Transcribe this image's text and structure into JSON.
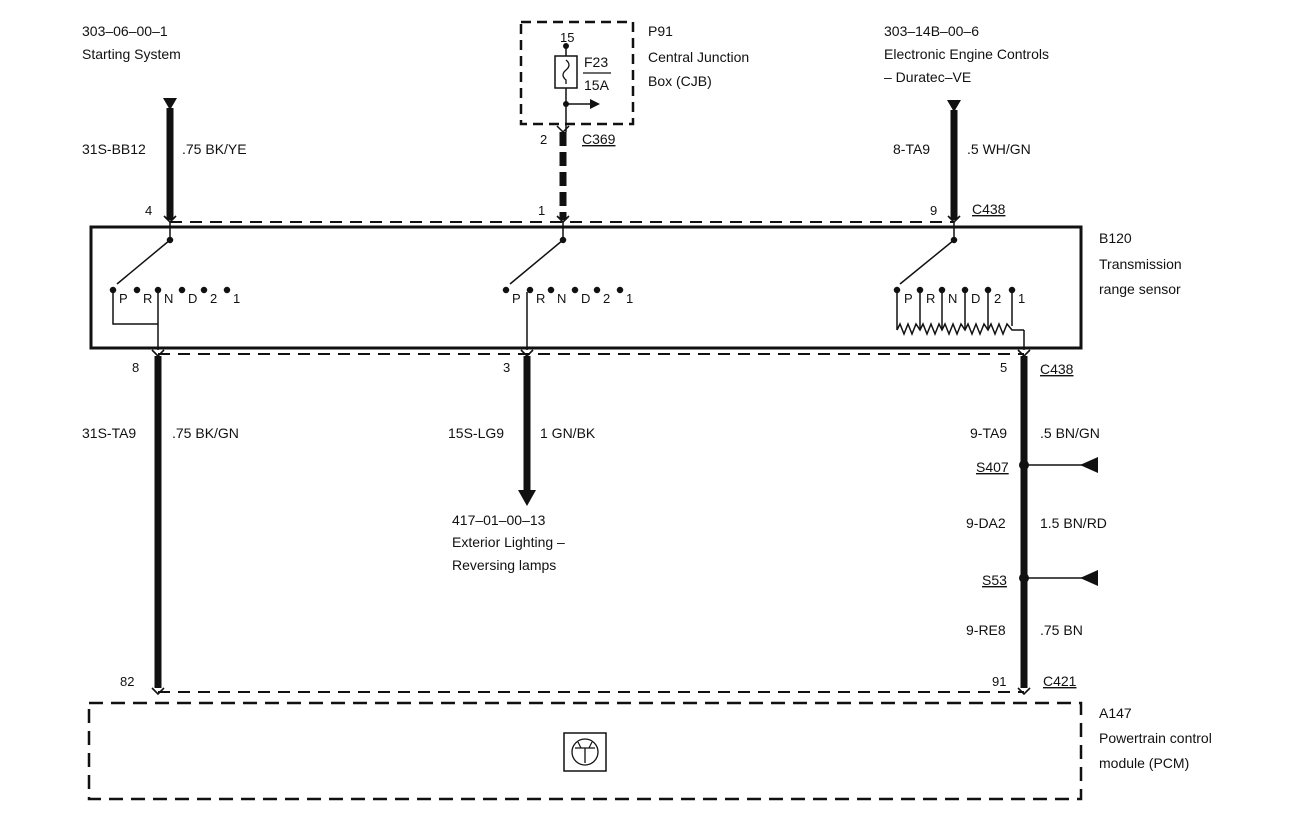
{
  "refs": {
    "starting": {
      "code": "303–06–00–1",
      "name": "Starting System"
    },
    "engine": {
      "code": "303–14B–00–6",
      "line1": "Electronic Engine Controls",
      "line2": "– Duratec–VE"
    },
    "lighting": {
      "code": "417–01–00–13",
      "line1": "Exterior Lighting –",
      "line2": "Reversing lamps"
    }
  },
  "cjb": {
    "id": "P91",
    "line1": "Central Junction",
    "line2": "Box (CJB)",
    "fuse_pin": "15",
    "fuse": "F23",
    "rating": "15A",
    "pin_out": "2",
    "connector": "C369"
  },
  "sensor": {
    "id": "B120",
    "line1": "Transmission",
    "line2": "range sensor",
    "connector_top": "C438",
    "connector_bottom": "C438",
    "positions": [
      "P",
      "R",
      "N",
      "D",
      "2",
      "1"
    ]
  },
  "pcm": {
    "id": "A147",
    "line1": "Powertrain control",
    "line2": "module (PCM)",
    "connector": "C421"
  },
  "wires": {
    "w1": {
      "circuit": "31S-BB12",
      "spec": ".75 BK/YE",
      "pin": "4"
    },
    "w2": {
      "pin": "1"
    },
    "w3": {
      "circuit": "8-TA9",
      "spec": ".5 WH/GN",
      "pin": "9"
    },
    "w4": {
      "circuit": "31S-TA9",
      "spec": ".75 BK/GN",
      "pin_top": "8",
      "pin_bottom": "82"
    },
    "w5": {
      "circuit": "15S-LG9",
      "spec": "1 GN/BK",
      "pin_top": "3"
    },
    "w6": {
      "circuit": "9-TA9",
      "spec": ".5 BN/GN",
      "pin_top": "5"
    },
    "w7": {
      "circuit": "9-DA2",
      "spec": "1.5 BN/RD"
    },
    "w8": {
      "circuit": "9-RE8",
      "spec": ".75 BN",
      "pin_bottom": "91"
    }
  },
  "splices": {
    "s1": "S407",
    "s2": "S53"
  }
}
